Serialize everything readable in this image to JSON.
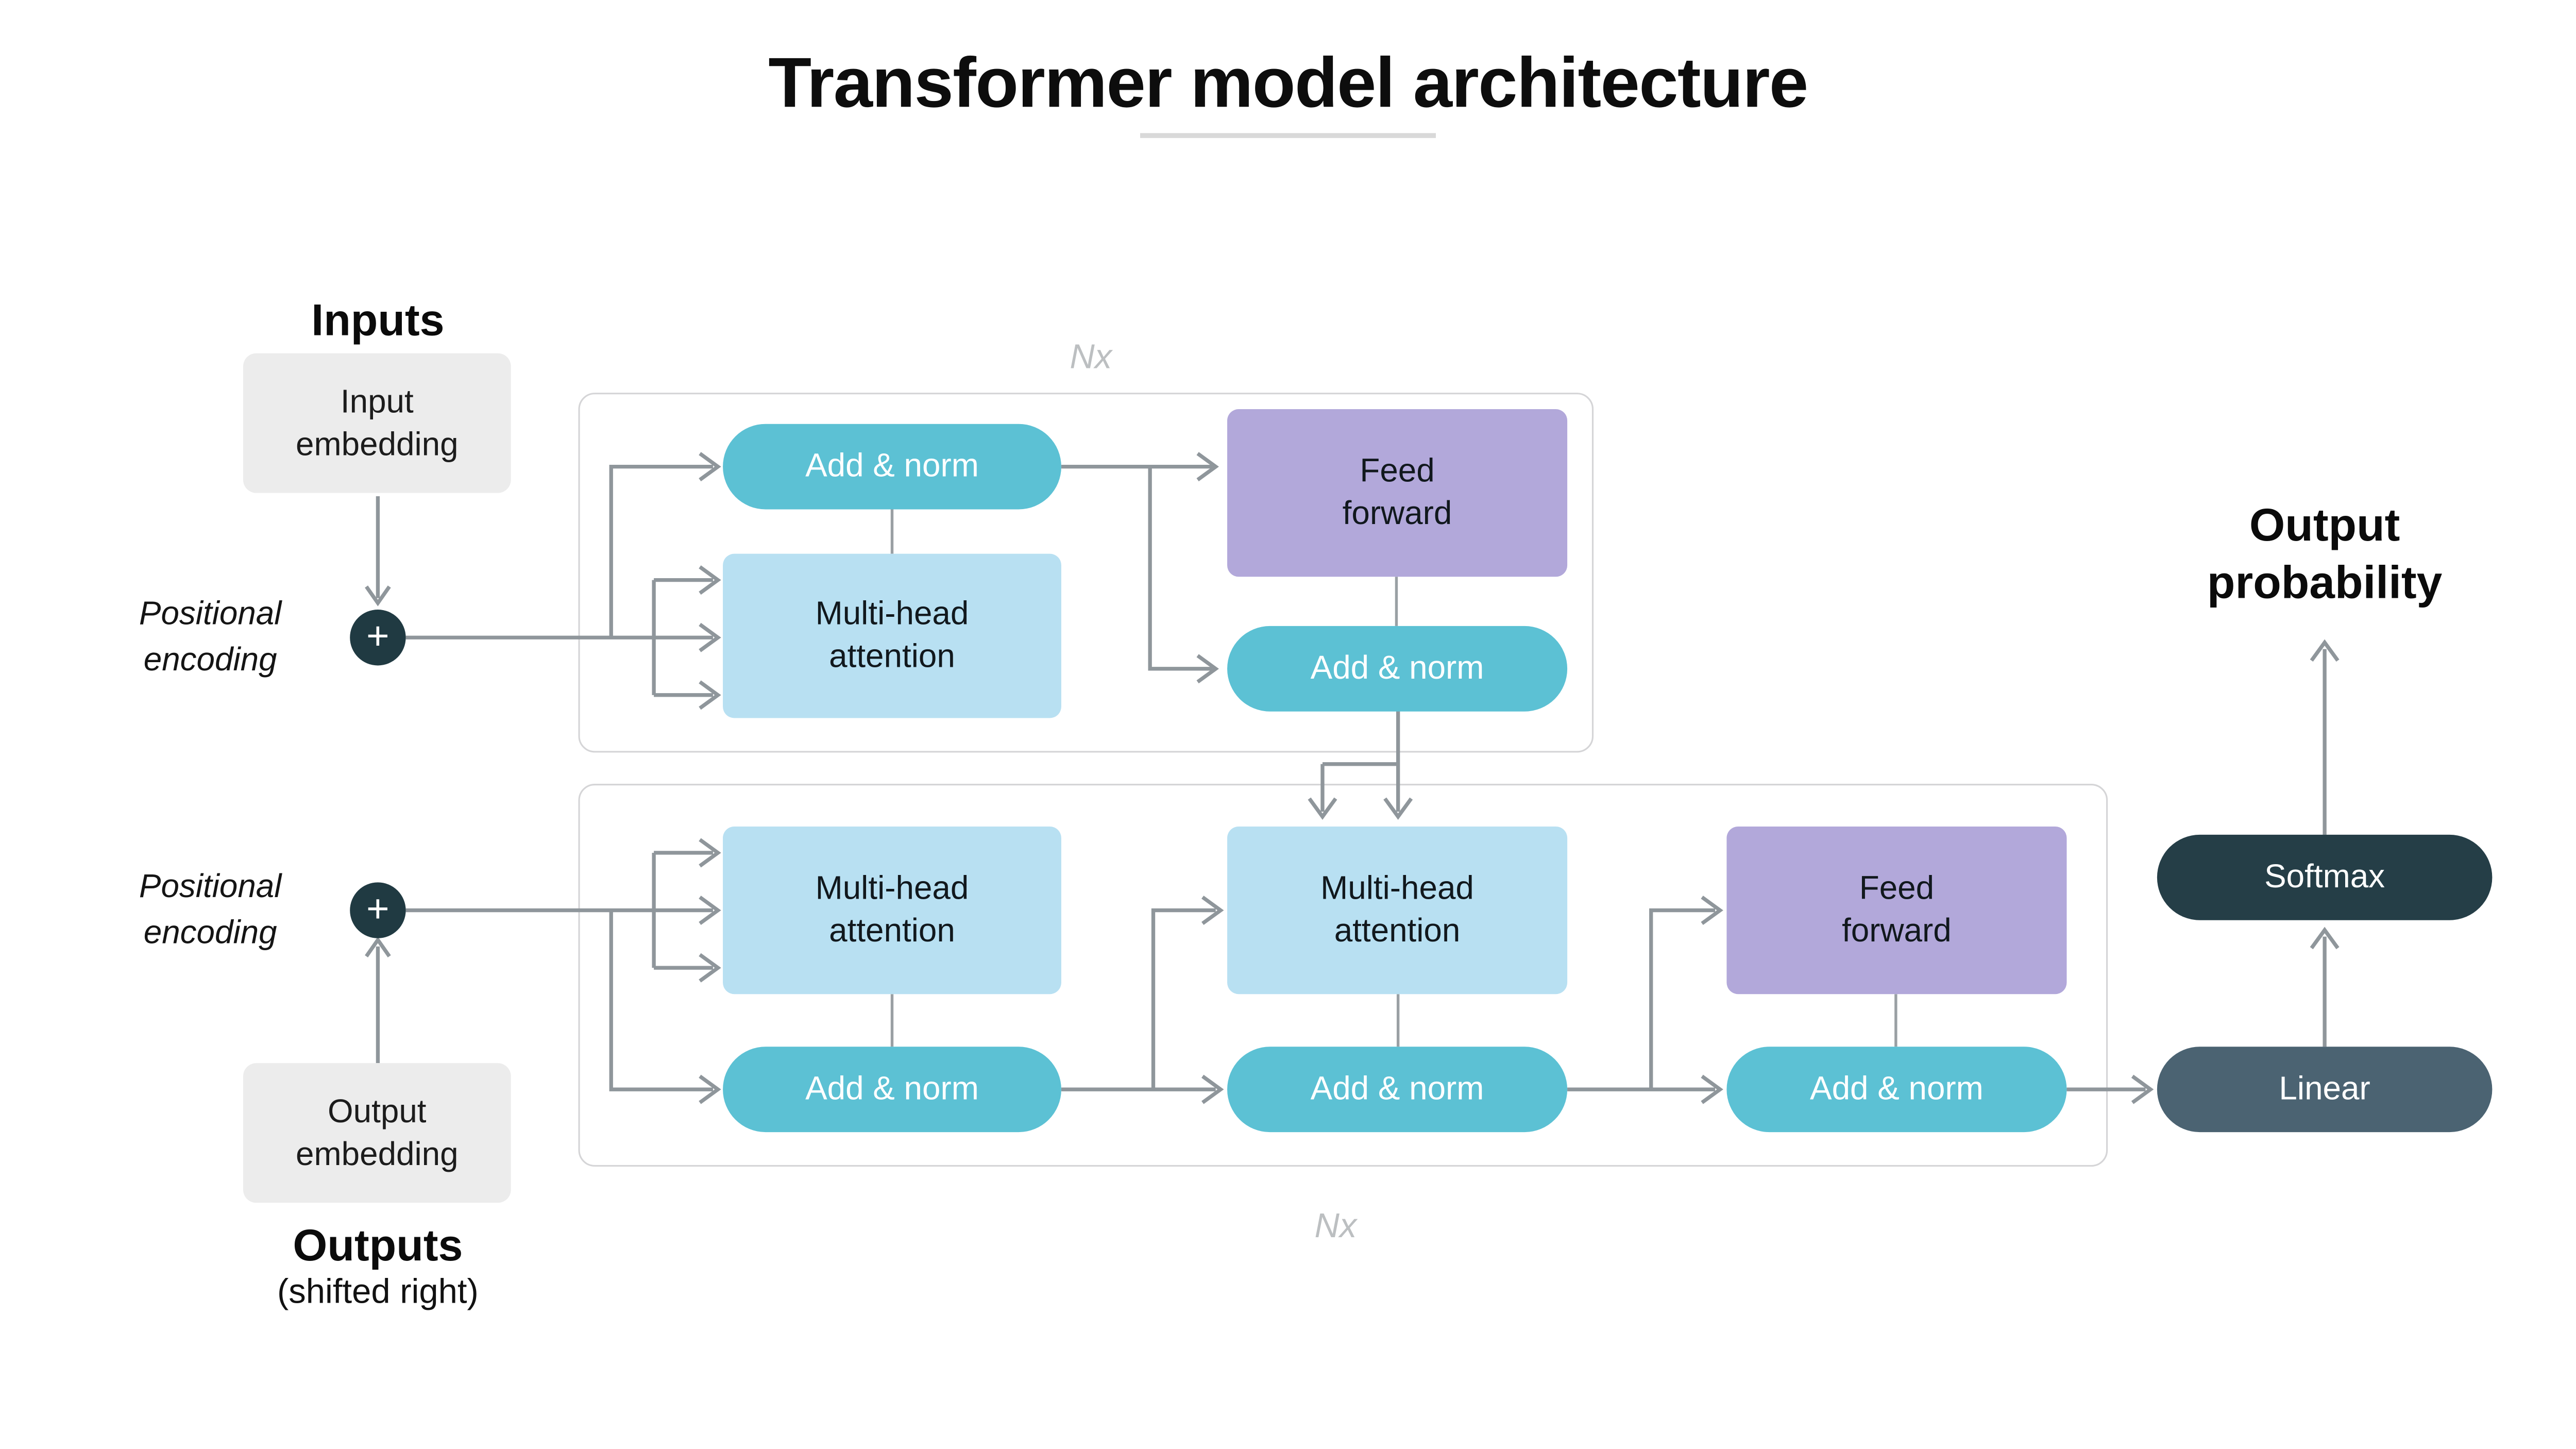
{
  "title": "Transformer model architecture",
  "colors": {
    "teal_pill": "#5cc1d4",
    "light_blue_box": "#b8e0f2",
    "purple_box": "#b2a8da",
    "embedding_box": "#ececec",
    "softmax_pill": "#253e47",
    "linear_pill": "#4b6372",
    "plus_circle": "#203a42",
    "connector_gray": "#8f969b",
    "frame_border": "#d5d5d7",
    "nx_gray": "#bcbfc1",
    "title_underline": "#d9d9d9"
  },
  "io": {
    "inputs_label": "Inputs",
    "input_embedding": "Input embedding",
    "positional_encoding_encoder": "Positional encoding",
    "plus_encoder": "+",
    "output_embedding": "Output embedding",
    "outputs_label": "Outputs",
    "outputs_note": "(shifted right)",
    "positional_encoding_decoder": "Positional encoding",
    "plus_decoder": "+"
  },
  "encoder": {
    "nx": "Nx",
    "add_norm_1": "Add & norm",
    "multi_head_attention": "Multi-head attention",
    "feed_forward": "Feed forward",
    "add_norm_2": "Add & norm"
  },
  "decoder": {
    "nx": "Nx",
    "masked_multi_head_attention": "Multi-head attention",
    "add_norm_1": "Add & norm",
    "cross_multi_head_attention": "Multi-head attention",
    "add_norm_2": "Add & norm",
    "feed_forward": "Feed forward",
    "add_norm_3": "Add & norm"
  },
  "output_head": {
    "linear": "Linear",
    "softmax": "Softmax",
    "output_probability": "Output probability"
  }
}
